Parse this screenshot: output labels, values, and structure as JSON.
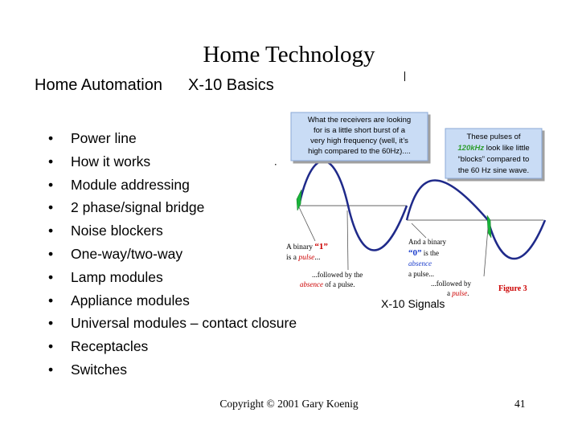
{
  "slide": {
    "title": "Home Technology",
    "subtitle_left": "Home Automation",
    "subtitle_right": "X-10 Basics",
    "bullet_glyph": "•",
    "bullets": [
      "Power line",
      "How it works",
      "Module addressing",
      "2 phase/signal bridge",
      "Noise blockers",
      "One-way/two-way",
      "Lamp modules",
      "Appliance modules",
      "Universal modules – contact closure",
      "Receptacles",
      "Switches"
    ],
    "footer": "Copyright © 2001 Gary Koenig",
    "page_number": "41"
  },
  "figure": {
    "caption": "X-10 Signals",
    "box1_lines": [
      "What the receivers are looking",
      "for is a little short burst of a",
      "very high frequency (well, it’s",
      "high compared to the 60Hz)...."
    ],
    "box2": {
      "line1": "These pulses of",
      "line2_highlight": "120kHz",
      "line2_rest": " look like little",
      "line3": "“blocks” compared to",
      "line4": "the 60 Hz sine wave."
    },
    "binary1": {
      "l1_a": "A binary ",
      "l1_b": "“1”",
      "l2_a": "is a ",
      "l2_b": "pulse",
      "l2_c": "..."
    },
    "followed1": {
      "l1": "...followed by the",
      "l2_a": "absence",
      "l2_b": " of a pulse."
    },
    "binary0": {
      "l1": "And a binary",
      "l2_a": "“0”",
      "l2_b": " is the",
      "l3": "absence",
      "l4": "a pulse..."
    },
    "followed0": {
      "l1": "...followed by",
      "l2_a": "a ",
      "l2_b": "pulse",
      "l2_c": "."
    },
    "figure_label": "Figure 3",
    "colors": {
      "wave": "#1f2a8a",
      "pulse": "#19b33a",
      "box_fill": "#c9dcf5",
      "box_border": "#8aa8d6",
      "highlight_green": "#2e9e2e",
      "red": "#cc0000",
      "blue_text": "#1a3ccc"
    }
  }
}
